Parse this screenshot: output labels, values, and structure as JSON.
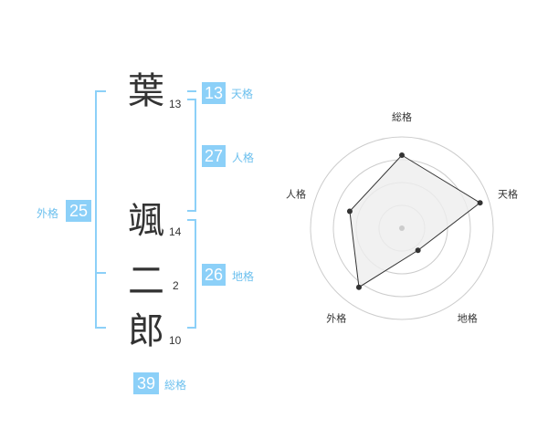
{
  "name": {
    "characters": [
      {
        "char": "葉",
        "strokes": "13"
      },
      {
        "char": "颯",
        "strokes": "14"
      },
      {
        "char": "二",
        "strokes": "2"
      },
      {
        "char": "郎",
        "strokes": "10"
      }
    ]
  },
  "fortune": {
    "tenkaku": {
      "label": "天格",
      "value": "13"
    },
    "jinkaku": {
      "label": "人格",
      "value": "27"
    },
    "chikaku": {
      "label": "地格",
      "value": "26"
    },
    "gaikaku": {
      "label": "外格",
      "value": "25"
    },
    "soukaku": {
      "label": "総格",
      "value": "39"
    }
  },
  "radar": {
    "axes": [
      "総格",
      "天格",
      "地格",
      "外格",
      "人格"
    ],
    "levels": 4,
    "values": [
      0.8,
      0.9,
      0.3,
      0.8,
      0.6
    ],
    "colors": {
      "fill": "#eeeeee",
      "stroke": "#333333",
      "grid": "#cccccc"
    }
  },
  "colors": {
    "accent": "#8cd0f8",
    "accent_text": "#6cc0ee"
  }
}
